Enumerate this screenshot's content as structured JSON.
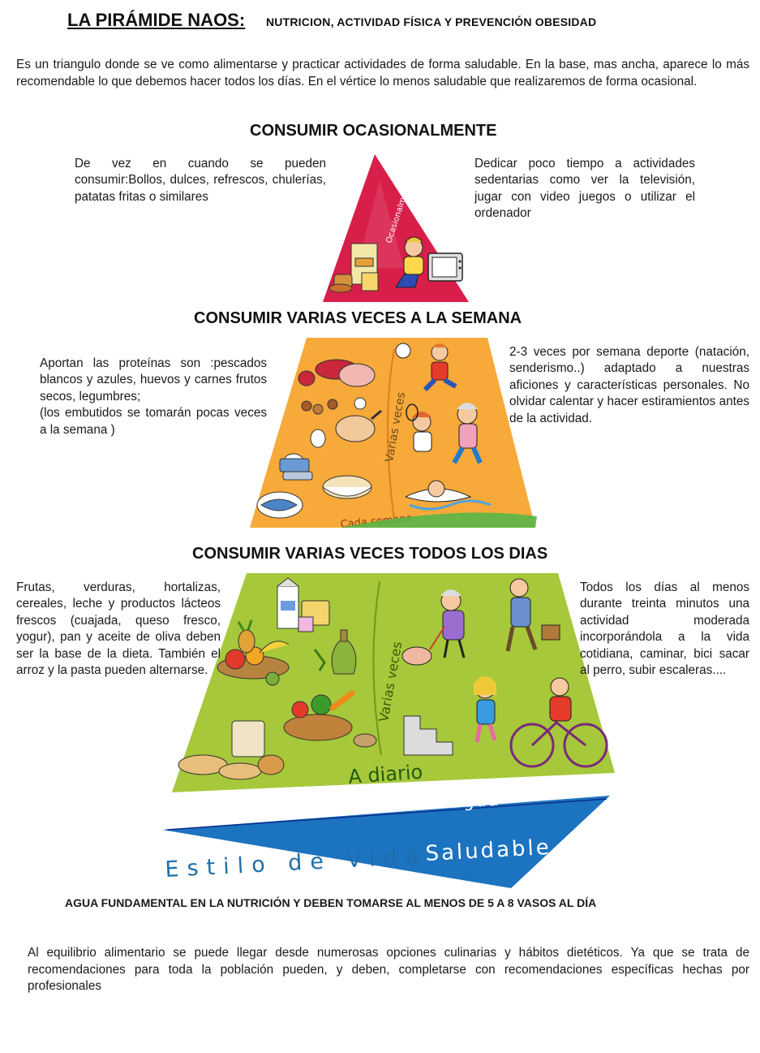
{
  "header": {
    "title": "LA PIRÁMIDE NAOS:",
    "subtitle": "NUTRICION,  ACTIVIDAD FÍSICA Y PREVENCIÓN OBESIDAD"
  },
  "intro": "Es un triangulo donde se ve como alimentarse y practicar actividades de forma saludable. En la base, mas ancha, aparece  lo más recomendable  lo que debemos hacer todos los días. En el vértice lo menos saludable que realizaremos de forma ocasional.",
  "sections": {
    "top": {
      "heading": "CONSUMIR OCASIONALMENTE",
      "left_text": "De vez en cuando se pueden consumir:Bollos, dulces, refrescos, chulerías, patatas fritas o similares",
      "right_text": "Dedicar poco tiempo a actividades sedentarias como ver la televisión, jugar con video juegos o utilizar el ordenador",
      "band_label": "Ocasionalmente"
    },
    "middle": {
      "heading": "CONSUMIR  VARIAS VECES A LA SEMANA",
      "left_text": "Aportan las proteínas son :pescados blancos y azules, huevos y carnes frutos secos, legumbres;\n(los embutidos se tomarán pocas veces a la semana )",
      "right_text": "2-3 veces por semana  deporte (natación, senderismo..) adaptado a nuestras aficiones y características personales. No olvidar calentar y hacer estiramientos antes de la actividad.",
      "band_label": "Varias veces",
      "base_label": "Cada semana"
    },
    "bottom": {
      "heading": "CONSUMIR  VARIAS VECES TODOS LOS DIAS",
      "left_text": "Frutas, verduras, hortalizas, cereales, leche y productos lácteos frescos (cuajada, queso fresco, yogur), pan y aceite de oliva deben ser la base de la dieta. También el arroz y la pasta pueden alternarse.",
      "right_text": "Todos los días al menos durante treinta minutos una actividad moderada incorporándola a la vida cotidiana, caminar, bici sacar al perro, subir escaleras....",
      "band_label": "Varias veces",
      "base_label": "A diario"
    },
    "base": {
      "water_label": "Bebe + agua",
      "lifestyle_a": "Estilo de Vida",
      "lifestyle_b": "Saludable"
    }
  },
  "footer": {
    "water_note": "AGUA FUNDAMENTAL EN LA NUTRICIÓN Y DEBEN TOMARSE AL MENOS DE 5 A 8 VASOS  AL DÍA",
    "closing": "Al equilibrio alimentario se puede llegar desde numerosas opciones culinarias y hábitos dietéticos. Ya que se trata de recomendaciones para toda la población pueden,  y deben, completarse  con recomendaciones específicas hechas por profesionales"
  },
  "colors": {
    "top_tier": "#d81f4a",
    "middle_tier": "#f7a93a",
    "bottom_tier": "#a6c83a",
    "base_band": "#1c73c0",
    "divider_green": "#58b548"
  },
  "icons": [
    "sweets-icon",
    "tv-icon",
    "meat-icon",
    "fish-icon",
    "egg-icon",
    "runner-icon",
    "swimmer-icon",
    "fruit-bowl-icon",
    "milk-icon",
    "oil-bottle-icon",
    "bread-icon",
    "dog-walker-icon",
    "stairs-icon",
    "cyclist-icon"
  ]
}
